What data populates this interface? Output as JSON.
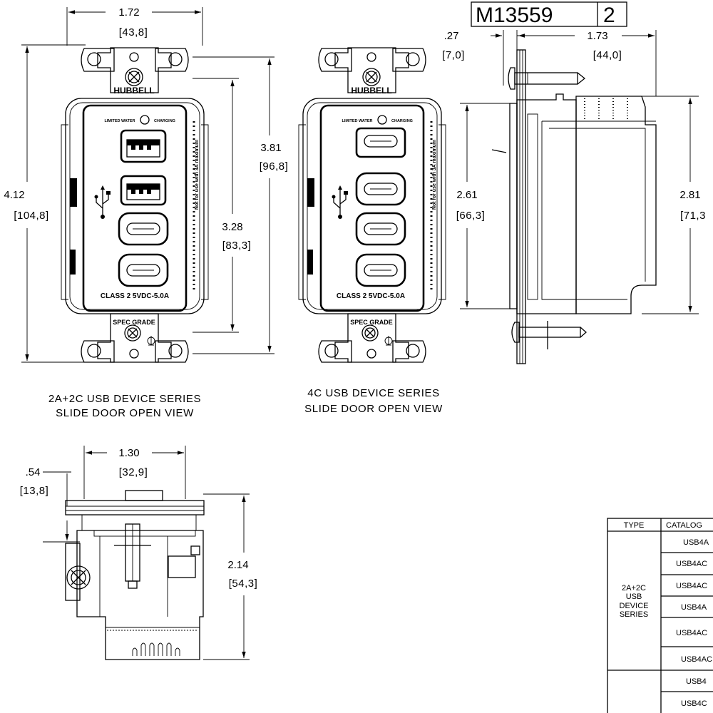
{
  "drawing_number": {
    "base": "M13559",
    "rev": "2"
  },
  "front_2a2c": {
    "dim_width": "1.72",
    "dim_width_mm": "[43,8]",
    "dim_height": "4.12",
    "dim_height_mm": "[104,8]",
    "dim_plate": "3.81",
    "dim_plate_mm": "[96,8]",
    "dim_inner": "3.28",
    "dim_inner_mm": "[83,3]",
    "brand": "HUBBELL",
    "led_left": "LIMITED WATER",
    "led_right": "CHARGING",
    "rating": "CLASS 2  5VDC-5.0A",
    "grade": "SPEC GRADE",
    "side_text": "Not for use with 3A maximum",
    "caption_line1": "2A+2C USB DEVICE SERIES",
    "caption_line2": "SLIDE DOOR OPEN VIEW"
  },
  "front_4c": {
    "brand": "HUBBELL",
    "led_left": "LIMITED WATER",
    "led_right": "CHARGING",
    "rating": "CLASS 2  5VDC-5.0A",
    "grade": "SPEC GRADE",
    "side_text": "Not for use with 3A maximum",
    "caption_line1": "4C USB DEVICE SERIES",
    "caption_line2": "SLIDE DOOR OPEN VIEW"
  },
  "side_view": {
    "dim_offset": ".27",
    "dim_offset_mm": "[7,0]",
    "dim_depth": "1.73",
    "dim_depth_mm": "[44,0]",
    "dim_body": "2.61",
    "dim_body_mm": "[66,3]",
    "dim_height": "2.81",
    "dim_height_mm": "[71,3"
  },
  "bottom_view": {
    "dim_offset": ".54",
    "dim_offset_mm": "[13,8]",
    "dim_width": "1.30",
    "dim_width_mm": "[32,9]",
    "dim_depth": "2.14",
    "dim_depth_mm": "[54,3]"
  },
  "table": {
    "headers": [
      "TYPE",
      "CATALOG"
    ],
    "group1": {
      "type_lines": [
        "2A+2C",
        "USB",
        "DEVICE",
        "SERIES"
      ],
      "catalogs": [
        "USB4A",
        "USB4AC",
        "USB4AC",
        "USB4A",
        "USB4AC",
        "USB4AC"
      ]
    },
    "group2": {
      "catalogs": [
        "USB4",
        "USB4C"
      ]
    }
  },
  "icons": [
    "screw-icon",
    "usb-symbol-icon",
    "usb-a-port-icon",
    "usb-c-port-icon",
    "ground-symbol-icon"
  ]
}
